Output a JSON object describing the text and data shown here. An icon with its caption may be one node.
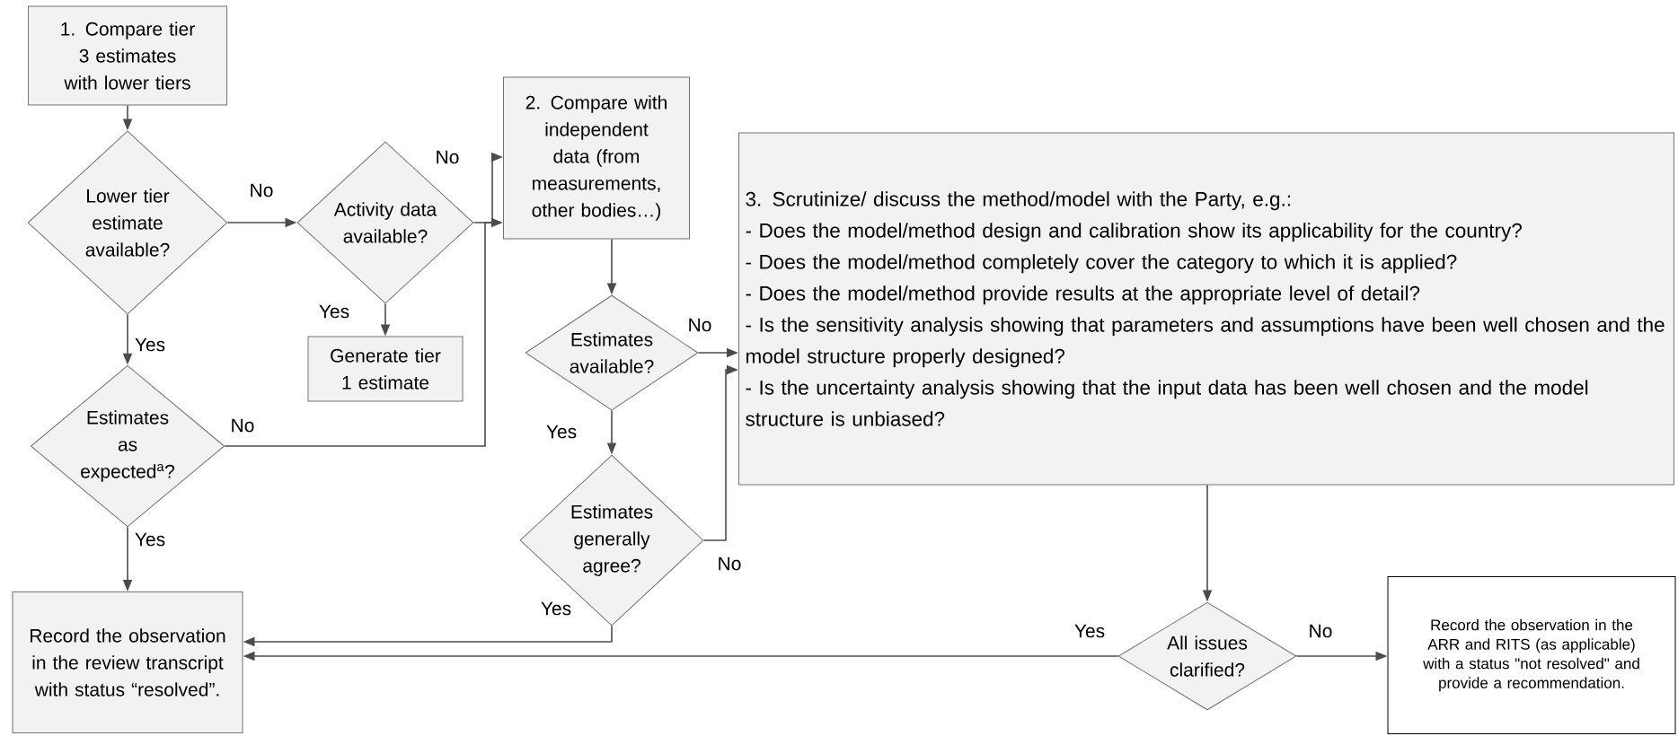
{
  "diagram": {
    "nodes": [
      {
        "text": [
          "1. Compare tier 3 estimates with lower tiers"
        ]
      },
      {
        "text": [
          "Lower tier estimate available?"
        ]
      },
      {
        "text": [
          "Activity data available?"
        ]
      },
      {
        "text": [
          "Generate tier 1 estimate"
        ]
      },
      {
        "text": [
          "2. Compare with independent data (from measurements, other bodies…)"
        ]
      },
      {
        "text": [
          "3. Scrutinize/ discuss the method/model with the Party, e.g.:",
          "- Does the model/method design and calibration show its applicability for the country?",
          "- Does the model/method completely cover the category to which it is applied?",
          "- Does the model/method provide results at the appropriate level of detail?",
          "- Is the sensitivity analysis showing that parameters and assumptions have been well chosen and the model structure properly designed?",
          "- Is the uncertainty analysis showing that the input data has been well chosen and the model structure is unbiased?"
        ]
      },
      {
        "text": [
          "Estimates as expected$^{a}$?"
        ]
      },
      {
        "text": [
          "Estimates available?"
        ]
      },
      {
        "text": [
          "Estimates generally agree?"
        ]
      },
      {
        "text": [
          "Record the observation in the review transcript with status “resolved”."
        ]
      },
      {
        "text": [
          "All issues clarified?"
        ]
      },
      {
        "text": [
          "Record the observation in the ARR and RITS (as applicable) with a status \"not resolved\" and provide a recommendation."
        ]
      }
    ],
    "edges": [
      {
        "from": 0,
        "to": 1,
        "arrow": "to"
      },
      {
        "from": 1,
        "to": 2,
        "arrow": "to",
        "label": "No"
      },
      {
        "from": 1,
        "to": 6,
        "arrow": "to",
        "label": "Yes"
      },
      {
        "from": 2,
        "to": 4,
        "arrow": "to",
        "label": "No"
      },
      {
        "from": 2,
        "to": 3,
        "arrow": "to",
        "label": "Yes"
      },
      {
        "from": 6,
        "to": 4,
        "arrow": "to",
        "label": "No"
      },
      {
        "from": 6,
        "to": 9,
        "arrow": "to",
        "label": "Yes"
      },
      {
        "from": 4,
        "to": 7,
        "arrow": "to"
      },
      {
        "from": 7,
        "to": 5,
        "arrow": "to",
        "label": "No"
      },
      {
        "from": 7,
        "to": 8,
        "arrow": "to",
        "label": "Yes"
      },
      {
        "from": 8,
        "to": 5,
        "arrow": "to",
        "label": "No"
      },
      {
        "from": 8,
        "to": 9,
        "arrow": "to",
        "label": "Yes"
      },
      {
        "from": 5,
        "to": 10,
        "arrow": "to"
      },
      {
        "from": 10,
        "to": 9,
        "arrow": "to",
        "label": "Yes"
      },
      {
        "from": 10,
        "to": 11,
        "arrow": "to",
        "label": "No"
      }
    ]
  }
}
